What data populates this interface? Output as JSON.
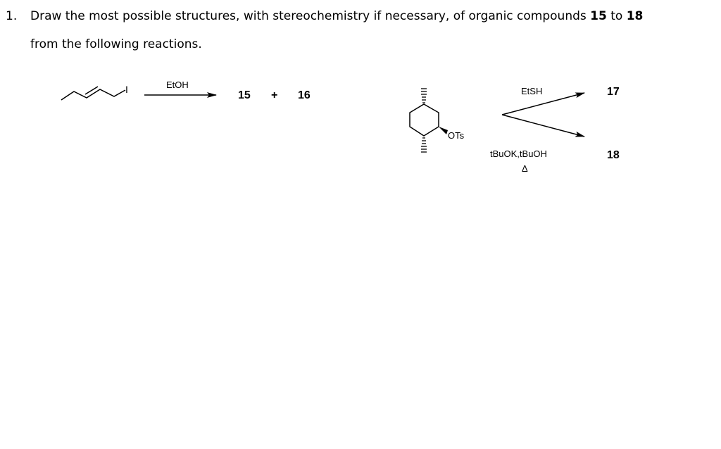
{
  "question": {
    "number": "1.",
    "line1_pre": "Draw the most possible structures, with stereochemistry if necessary, of organic compounds ",
    "bold_a": "15",
    "mid": " to ",
    "bold_b": "18",
    "line2": "from the following reactions."
  },
  "reaction1": {
    "reactant_atom": "I",
    "reagent": "EtOH",
    "product_a": "15",
    "plus": "+",
    "product_b": "16"
  },
  "reaction2": {
    "substituent": "OTs",
    "reagent_top": "EtSH",
    "product_top": "17",
    "reagent_bottom": "tBuOK,tBuOH",
    "heat": "Δ",
    "product_bottom": "18"
  }
}
